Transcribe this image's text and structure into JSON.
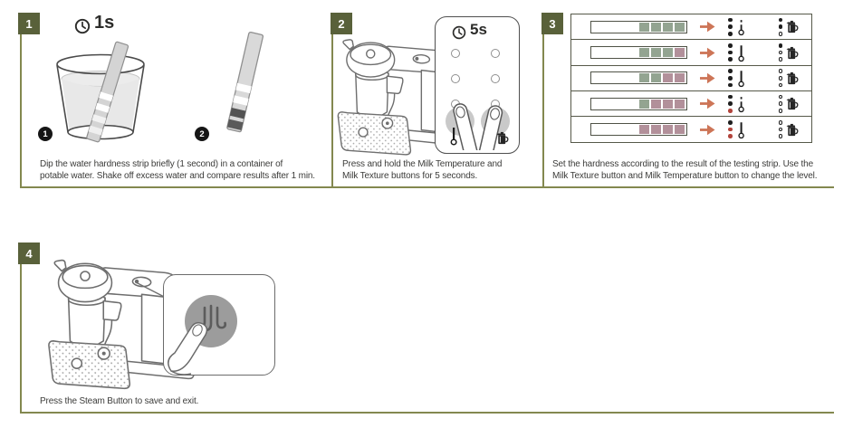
{
  "theme": {
    "badge_bg": "#59613a",
    "panel_line": "#83884f",
    "caption_color": "#3c3c3a",
    "arrow_color": "#cd7557",
    "strip_green": "#93a491",
    "strip_pink": "#b2909a",
    "dot_black": "#1f1f1f",
    "dot_red": "#b2443c",
    "button_gray": "#c9c9c9",
    "steam_button_gray": "#9c9c9c"
  },
  "steps": {
    "step1": {
      "number": "1",
      "timer": "1s",
      "marker1": "1",
      "marker2": "2",
      "caption": [
        "Dip the water hardness strip briefly (1 second) in a container of",
        "potable water. Shake off excess water and compare results after 1 min."
      ]
    },
    "step2": {
      "number": "2",
      "timer": "5s",
      "caption": [
        "Press and hold the Milk Temperature and",
        "Milk Texture buttons for 5 seconds."
      ]
    },
    "step3": {
      "number": "3",
      "caption": [
        "Set the hardness according to the result of the testing strip. Use the",
        "Milk Texture button and Milk Temperature button to change the level."
      ],
      "rows": [
        {
          "strip": [
            "green",
            "green",
            "green",
            "green"
          ],
          "temp_dots": [
            "black",
            "black",
            "black"
          ],
          "thermometer": "short",
          "texture_dots": [
            "black",
            "black",
            "hollow"
          ]
        },
        {
          "strip": [
            "green",
            "green",
            "green",
            "pink"
          ],
          "temp_dots": [
            "black",
            "black",
            "black"
          ],
          "thermometer": "tall",
          "texture_dots": [
            "black",
            "hollow",
            "hollow"
          ]
        },
        {
          "strip": [
            "green",
            "green",
            "pink",
            "pink"
          ],
          "temp_dots": [
            "black",
            "black",
            "black"
          ],
          "thermometer": "tall",
          "texture_dots": [
            "hollow",
            "hollow",
            "hollow"
          ]
        },
        {
          "strip": [
            "green",
            "pink",
            "pink",
            "pink"
          ],
          "temp_dots": [
            "black",
            "black",
            "red"
          ],
          "thermometer": "short",
          "texture_dots": [
            "hollow",
            "hollow",
            "hollow"
          ]
        },
        {
          "strip": [
            "pink",
            "pink",
            "pink",
            "pink"
          ],
          "temp_dots": [
            "black",
            "red",
            "red"
          ],
          "thermometer": "tall",
          "texture_dots": [
            "hollow",
            "hollow",
            "hollow"
          ]
        }
      ]
    },
    "step4": {
      "number": "4",
      "caption": [
        "Press the Steam Button to save and exit."
      ]
    }
  }
}
